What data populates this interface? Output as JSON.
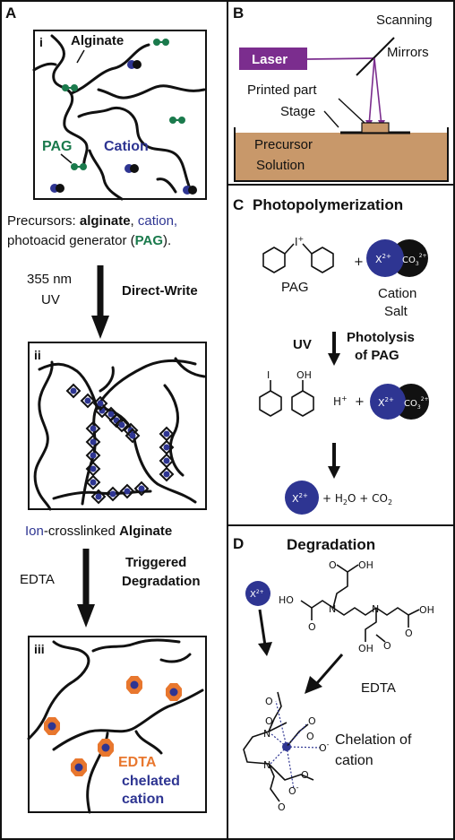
{
  "colors": {
    "cation_blue": "#2e3592",
    "pag_green": "#1a7a4c",
    "edta_orange": "#e8772e",
    "laser_purple": "#7b2d8e",
    "solution_tan": "#c8986a"
  },
  "panel_a": {
    "letter": "A",
    "sub_i": "i",
    "sub_ii": "ii",
    "sub_iii": "iii",
    "alginate_label": "Alginate",
    "pag_label": "PAG",
    "cation_label": "Cation",
    "precursors_line1_pre": "Precursors: ",
    "precursors_alginate": "alginate",
    "precursors_comma1": ", ",
    "precursors_cation": "cation",
    "precursors_comma2": ",",
    "precursors_line2_pre": "photoacid generator (",
    "precursors_pag": "PAG",
    "precursors_line2_post": ").",
    "uv_wavelength": "355 nm",
    "uv_label": "UV",
    "direct_write": "Direct-Write",
    "ion_prefix": "Ion",
    "ion_suffix": "-crosslinked ",
    "ion_alginate": "Alginate",
    "edta_label": "EDTA",
    "triggered": "Triggered",
    "degradation": "Degradation",
    "edta_chelated_1": "EDTA",
    "edta_chelated_2": "chelated",
    "edta_chelated_3": "cation"
  },
  "panel_b": {
    "letter": "B",
    "laser": "Laser",
    "scanning": "Scanning",
    "mirrors": "Mirrors",
    "printed_part": "Printed part",
    "stage": "Stage",
    "precursor": "Precursor",
    "solution": "Solution"
  },
  "panel_c": {
    "letter": "C",
    "title": "Photopolymerization",
    "iodonium": "I",
    "plus_sup": "+",
    "plus": "+",
    "pag": "PAG",
    "cation_x": "X",
    "cation_x_charge": "2+",
    "co3": "CO",
    "co3_sub": "3",
    "co3_charge": "2+",
    "cation": "Cation",
    "salt": "Salt",
    "uv": "UV",
    "photolysis": "Photolysis",
    "of_pag": "of PAG",
    "iodo": "I",
    "oh": "OH",
    "h_plus": "H",
    "h_plus_charge": "+",
    "products": "+ H",
    "products_sub": "2",
    "products_mid": "O + CO",
    "products_sub2": "2"
  },
  "panel_d": {
    "letter": "D",
    "title": "Degradation",
    "x_label": "X",
    "x_charge": "2+",
    "oh_top": "OH",
    "o_top": "O",
    "ho_left": "HO",
    "o_left": "O",
    "n1": "N",
    "n2": "N",
    "oh_right": "OH",
    "o_right": "O",
    "o_bottom": "O",
    "oh_bottom": "OH",
    "edta": "EDTA",
    "chel_o1": "O",
    "chel_o2": "O",
    "chel_o3": "O",
    "chel_o4": "O",
    "chel_o5": "O",
    "chel_o6": "O",
    "chel_o7": "O",
    "chel_o8": "O",
    "chel_minus": "-",
    "chel_n1": "N",
    "chel_n2": "N",
    "chelation_1": "Chelation of",
    "chelation_2": "cation"
  }
}
